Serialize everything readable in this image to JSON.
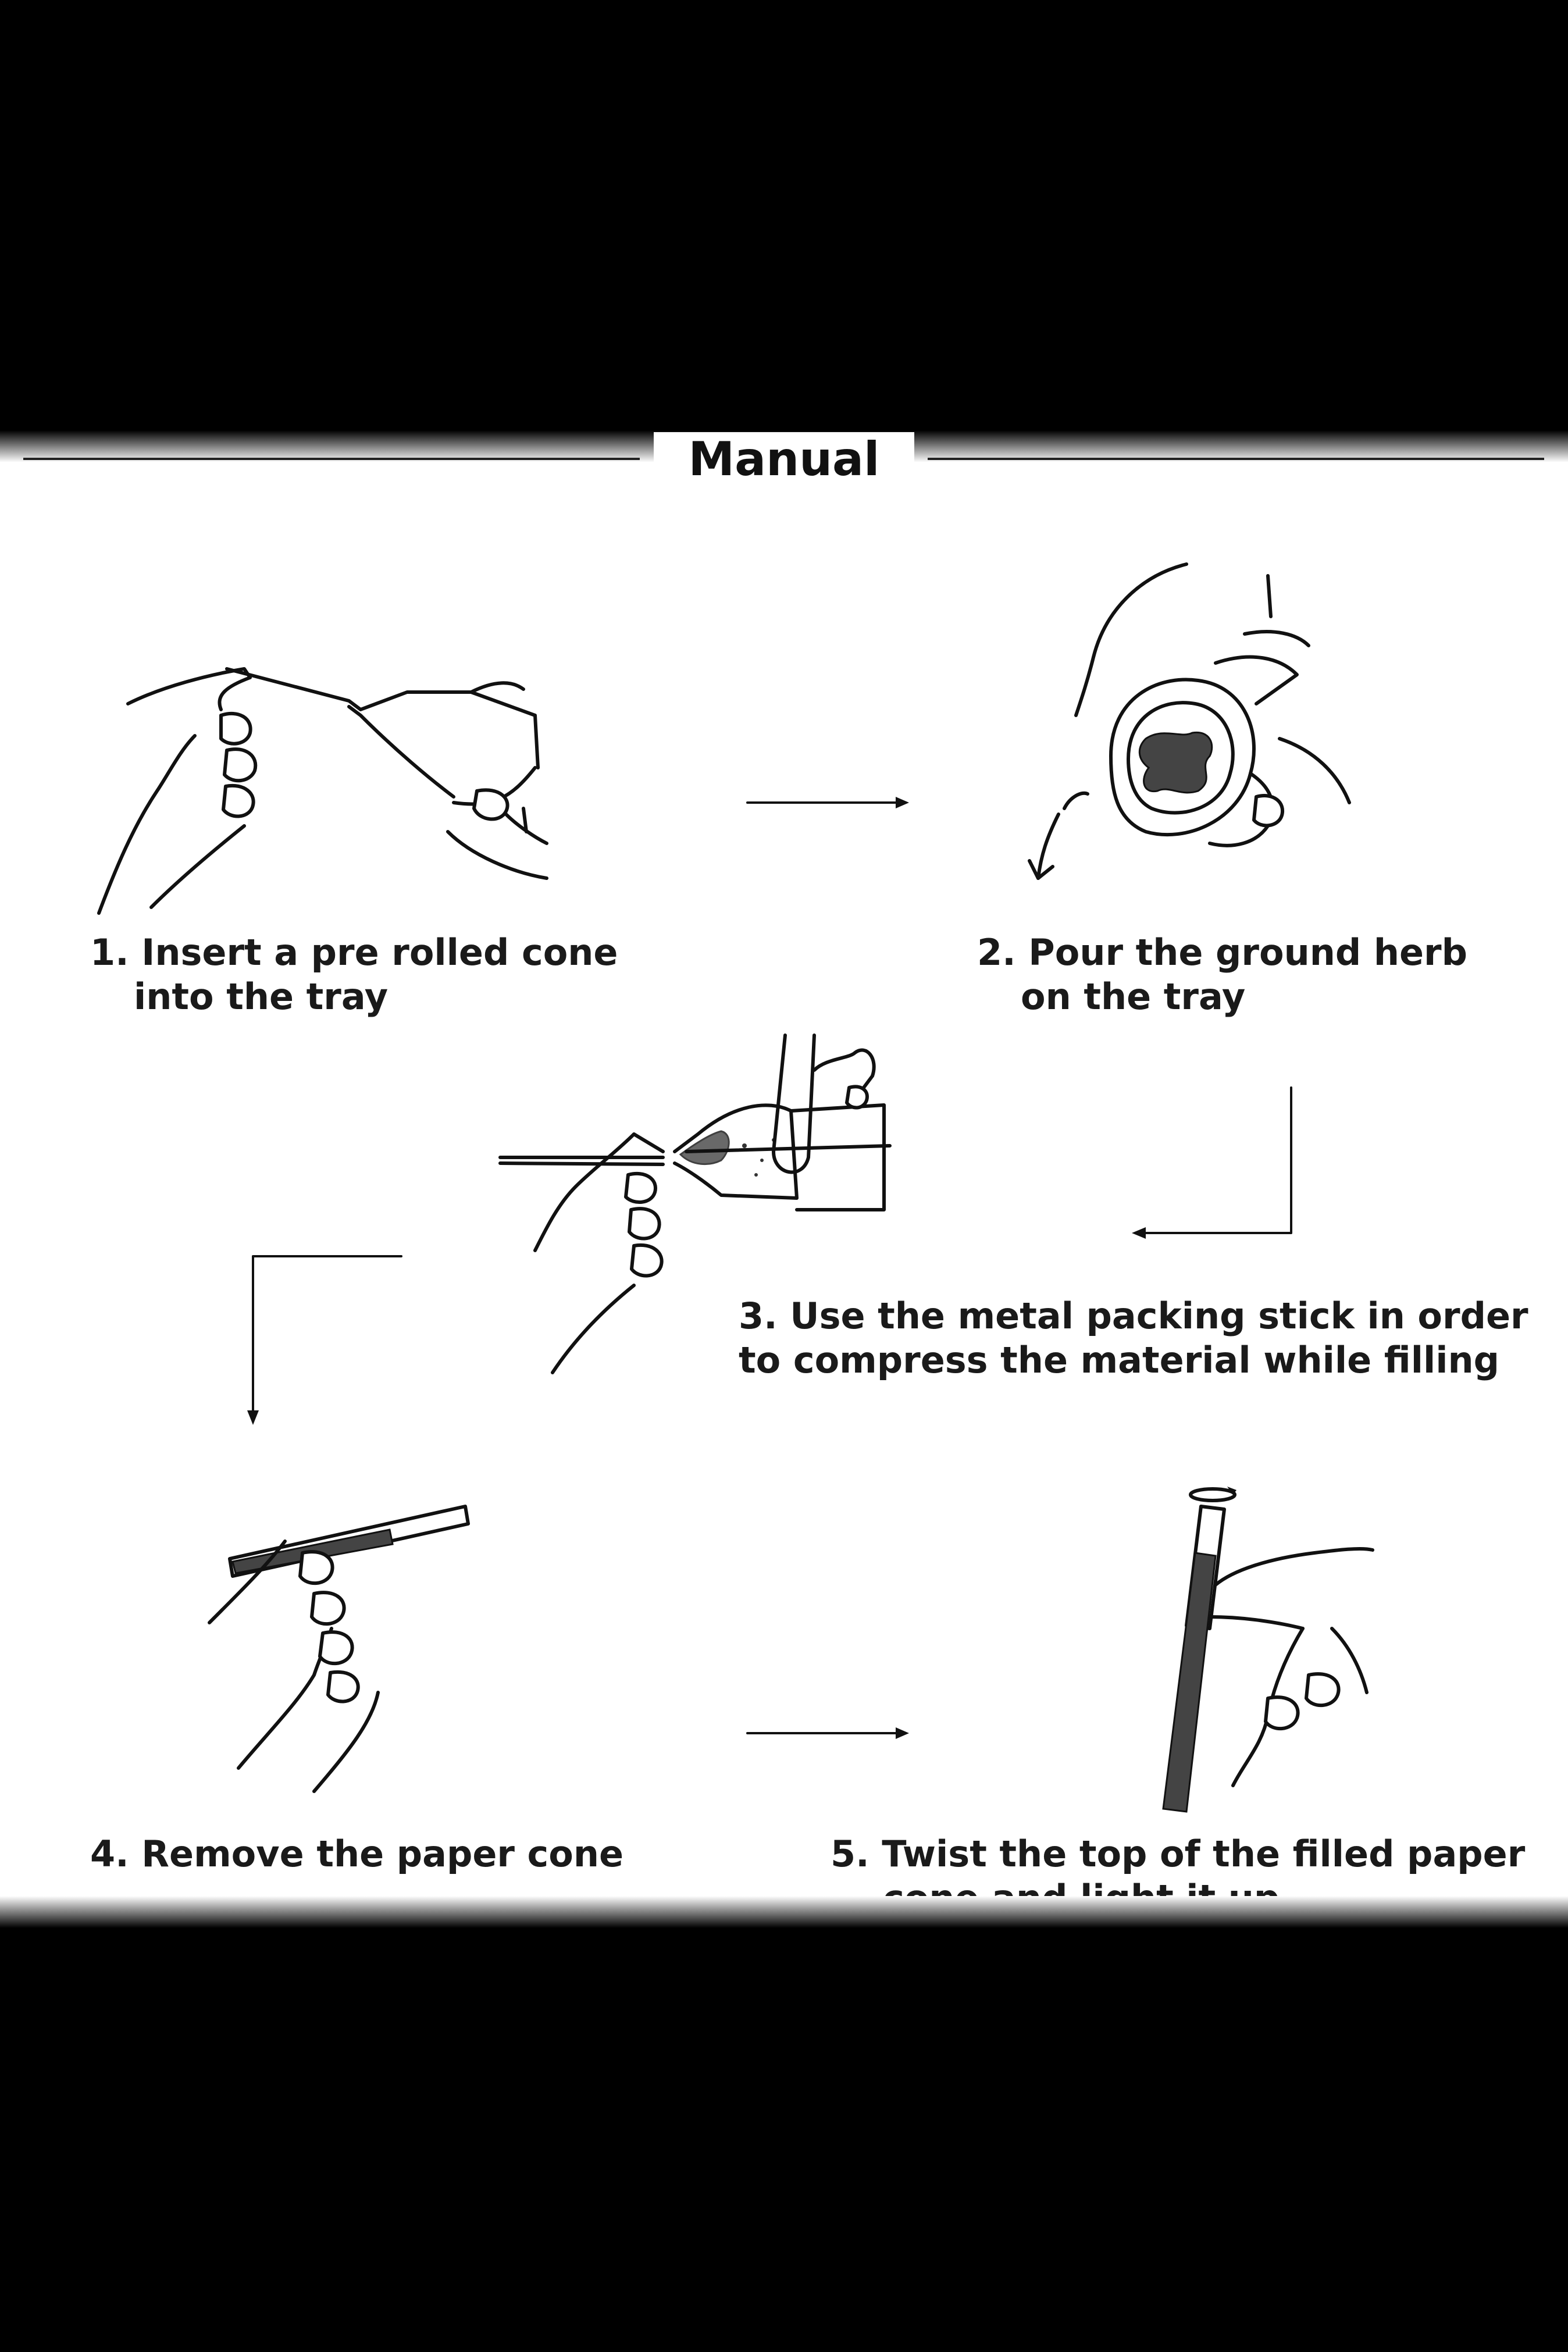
{
  "title": "Manual",
  "steps": [
    {
      "line1": "1. Insert a pre rolled cone",
      "line2": "into the tray"
    },
    {
      "line1": "2. Pour the ground herb",
      "line2": "on the tray"
    },
    {
      "line1": "3. Use the metal packing stick in order",
      "line2": "to compress the material while filling"
    },
    {
      "line1": "4. Remove the paper cone",
      "line2": ""
    },
    {
      "line1": "5. Twist the top of the filled paper",
      "line2": "cone and light it up"
    }
  ],
  "illustrations": [
    "hand-inserting-cone-icon",
    "hand-pouring-grinder-icon",
    "hand-packing-stick-icon",
    "hand-holding-cone-icon",
    "hand-twisting-cone-icon"
  ],
  "colors": {
    "frame": "#000000",
    "panel": "#ffffff",
    "ink": "#111111"
  }
}
